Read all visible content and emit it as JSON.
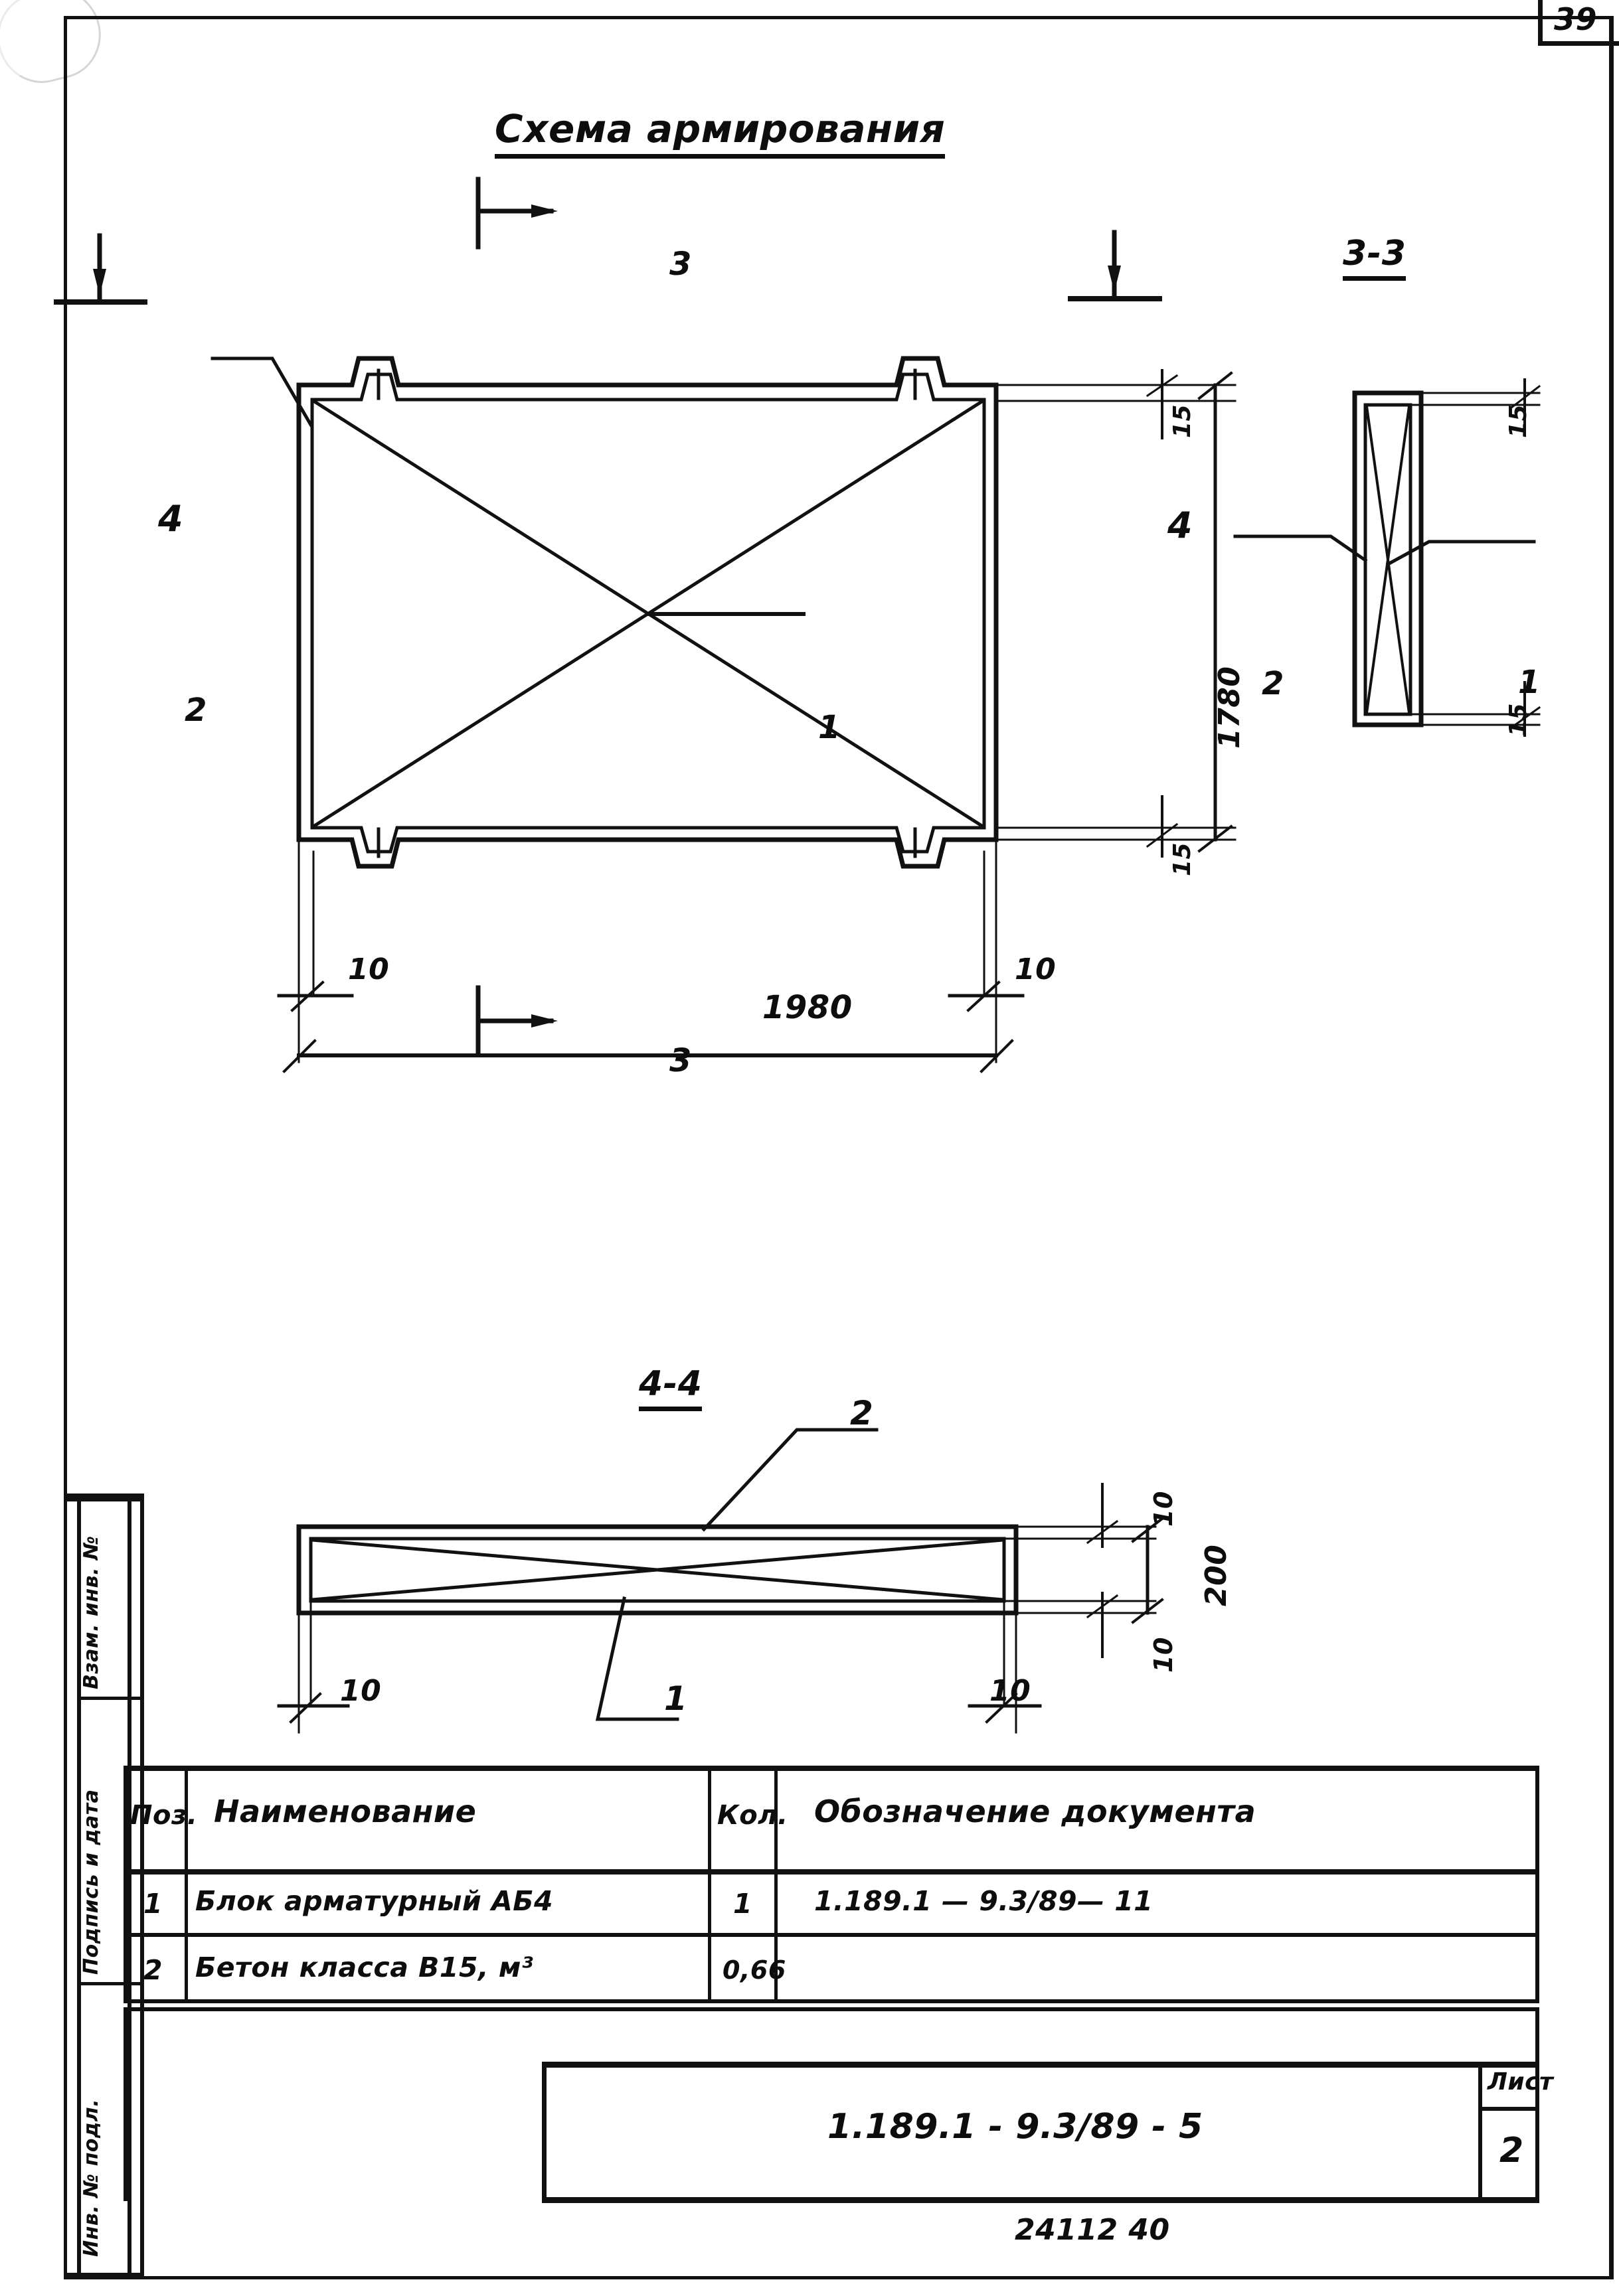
{
  "page": {
    "number": "39",
    "sheet_note": "24112   40"
  },
  "title": "Схема армирования",
  "views": {
    "plan": {
      "name": "plan-view",
      "dimensions": {
        "overall_width": "1980",
        "overall_height": "1780",
        "cover_left": "10",
        "cover_right": "10",
        "cover_top": "15",
        "cover_bottom": "15"
      },
      "section_marks": [
        {
          "label": "3",
          "position": "top"
        },
        {
          "label": "3",
          "position": "bottom"
        },
        {
          "label": "4",
          "position": "left"
        },
        {
          "label": "4",
          "position": "right"
        }
      ],
      "leaders": [
        {
          "label": "1"
        },
        {
          "label": "2"
        }
      ]
    },
    "section_3_3": {
      "title": "3-3",
      "dimensions": {
        "cover_top": "15",
        "cover_bottom": "15"
      },
      "leaders": [
        {
          "label": "1"
        },
        {
          "label": "2"
        }
      ]
    },
    "section_4_4": {
      "title": "4-4",
      "dimensions": {
        "depth": "200",
        "cover_top": "10",
        "cover_bottom": "10",
        "cover_left": "10",
        "cover_right": "10"
      },
      "leaders": [
        {
          "label": "1"
        },
        {
          "label": "2"
        }
      ]
    }
  },
  "spec_table": {
    "headers": [
      "Поз.",
      "Наименование",
      "Кол.",
      "Обозначение документа"
    ],
    "rows": [
      {
        "pos": "1",
        "name": "Блок арматурный АБ4",
        "qty": "1",
        "doc": "1.189.1 — 9.3/89— 11"
      },
      {
        "pos": "2",
        "name": "Бетон класса В15, м³",
        "qty": "0,66",
        "doc": ""
      }
    ]
  },
  "title_block": {
    "document_code": "1.189.1 - 9.3/89 - 5",
    "sheet_label": "Лист",
    "sheet_value": "2"
  },
  "left_strip": {
    "cells": [
      {
        "label": "Взам. инв. №"
      },
      {
        "label": "Подпись и дата"
      },
      {
        "label": "Инв. № подл."
      }
    ]
  },
  "colors": {
    "ink": "#111111",
    "paper": "#ffffff"
  }
}
